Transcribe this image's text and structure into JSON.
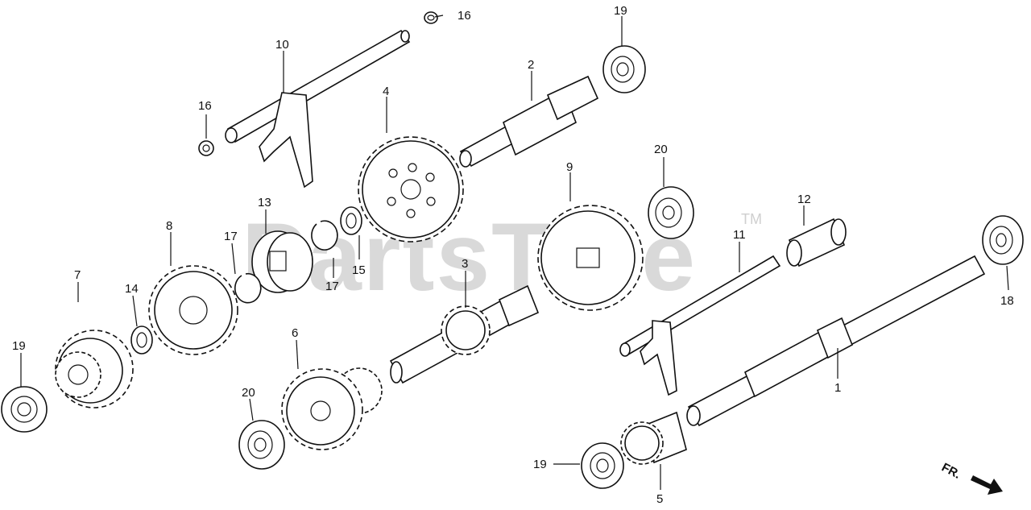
{
  "watermark": {
    "text": "PartsTree",
    "trademark": "TM"
  },
  "direction_label": "FR.",
  "callouts": {
    "c1": "1",
    "c2": "2",
    "c3": "3",
    "c4": "4",
    "c5": "5",
    "c6": "6",
    "c7": "7",
    "c8": "8",
    "c9": "9",
    "c10": "10",
    "c11": "11",
    "c12": "12",
    "c13": "13",
    "c14": "14",
    "c15": "15",
    "c16a": "16",
    "c16b": "16",
    "c17a": "17",
    "c17b": "17",
    "c18": "18",
    "c19a": "19",
    "c19b": "19",
    "c19c": "19",
    "c20a": "20",
    "c20b": "20"
  },
  "colors": {
    "ink": "#111111",
    "watermark": "#d9d9d9"
  }
}
